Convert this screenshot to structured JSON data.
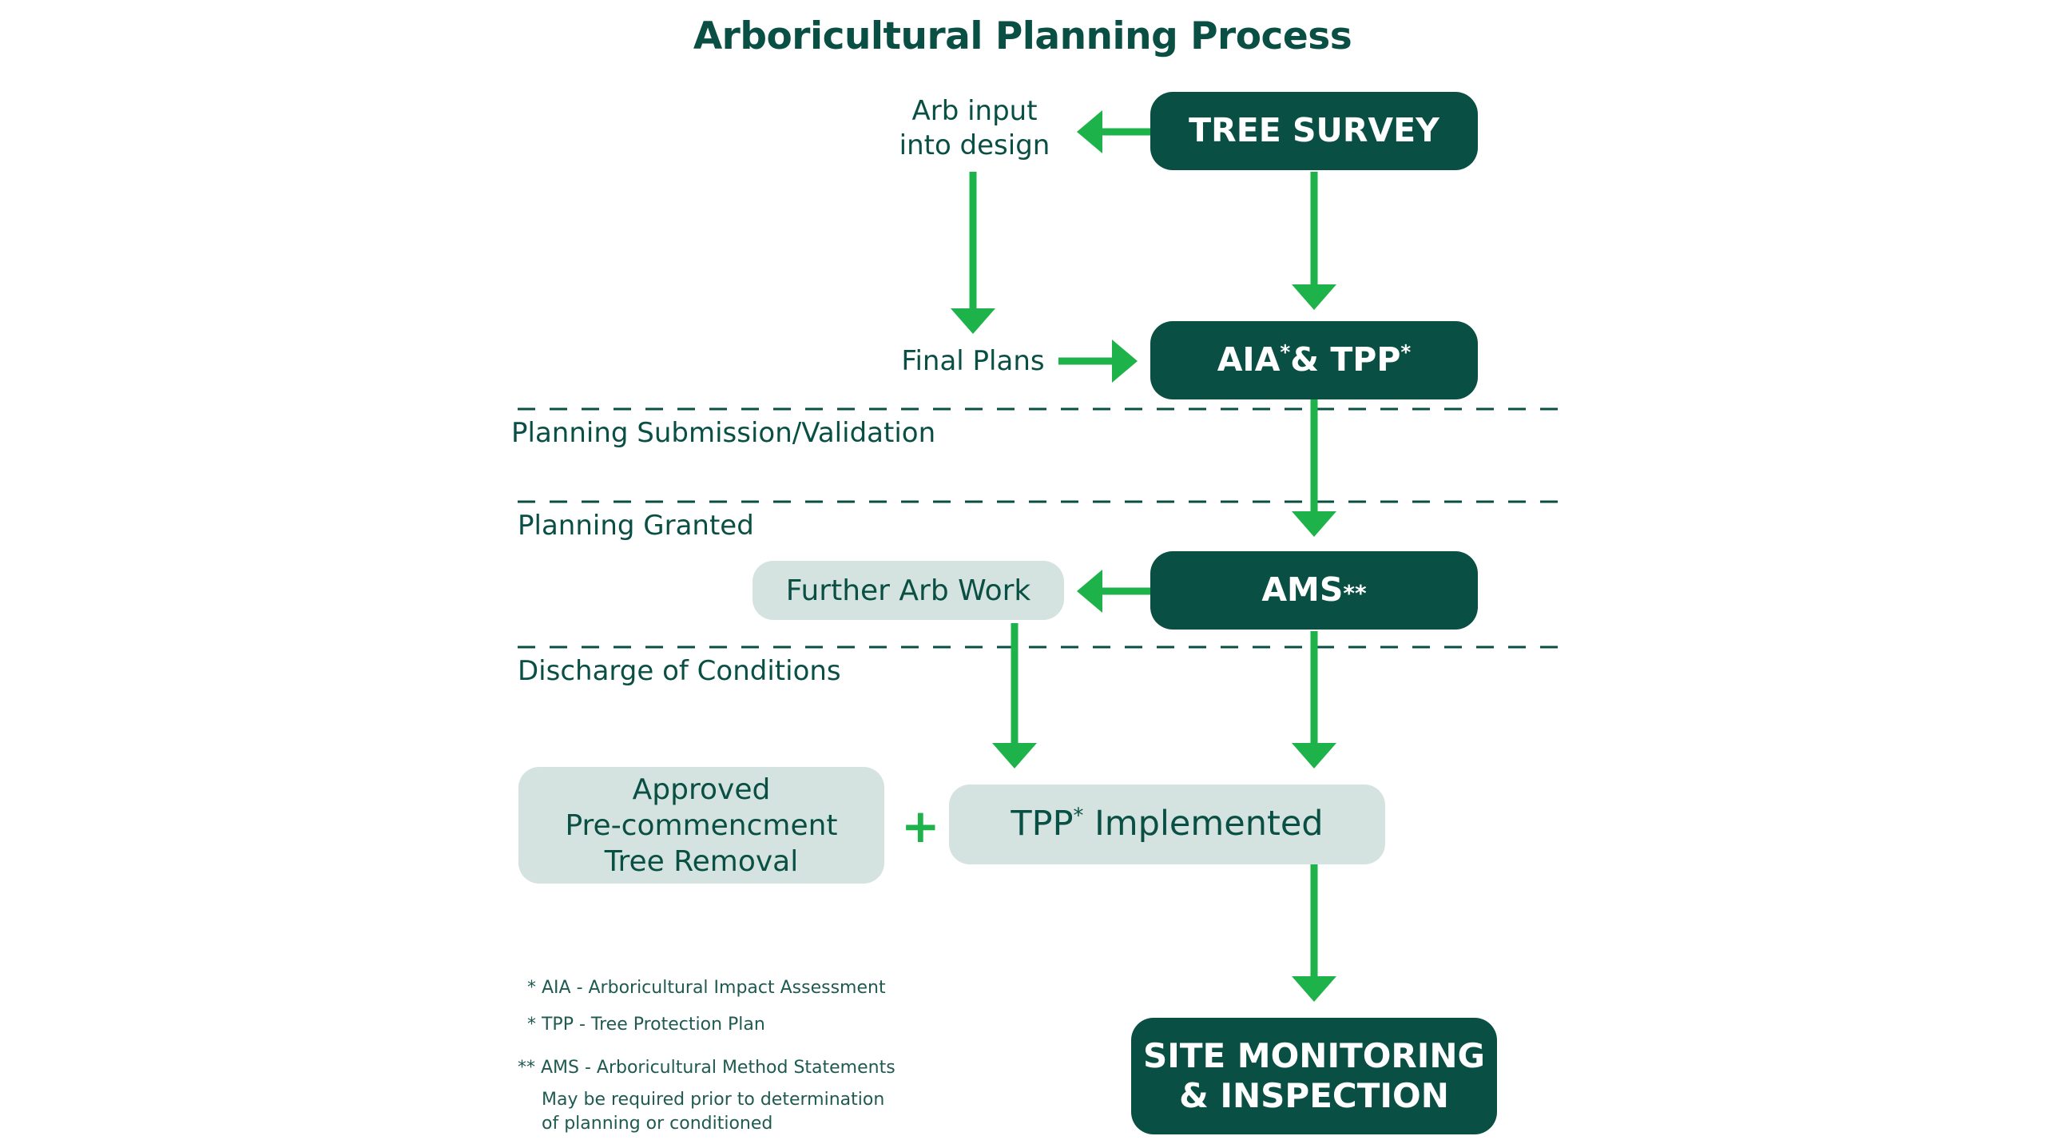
{
  "title": "Arboricultural Planning Process",
  "nodes": {
    "tree_survey": "TREE SURVEY",
    "aia_tpp": {
      "a": "AIA",
      "a_mark": "*",
      "b": "& TPP",
      "b_mark": "*"
    },
    "ams": {
      "label": "AMS",
      "mark": "**"
    },
    "further_arb_work": "Further Arb Work",
    "approved_removal": {
      "line1": "Approved",
      "line2": "Pre-commencment",
      "line3": "Tree Removal"
    },
    "tpp_implemented": {
      "a": "TPP",
      "mark": "*",
      "b": "Implemented"
    },
    "site_monitoring": {
      "line1": "SITE MONITORING",
      "line2": "& INSPECTION"
    }
  },
  "labels": {
    "arb_input": {
      "line1": "Arb input",
      "line2": "into design"
    },
    "final_plans": "Final Plans",
    "plus": "+"
  },
  "stages": {
    "submission": "Planning Submission/Validation",
    "granted": "Planning Granted",
    "discharge": "Discharge of Conditions"
  },
  "footnotes": {
    "aia": "* AIA - Arboricultural Impact Assessment",
    "tpp": "* TPP - Tree Protection Plan",
    "ams": "** AMS - Arboricultural Method Statements",
    "ams_note1": "May be required prior to determination",
    "ams_note2": "of planning or conditioned"
  },
  "colors": {
    "dark_green": "#0a4f44",
    "arrow_green": "#1db34a",
    "light_box": "#d4e3df",
    "dash": "#0a4f44"
  }
}
